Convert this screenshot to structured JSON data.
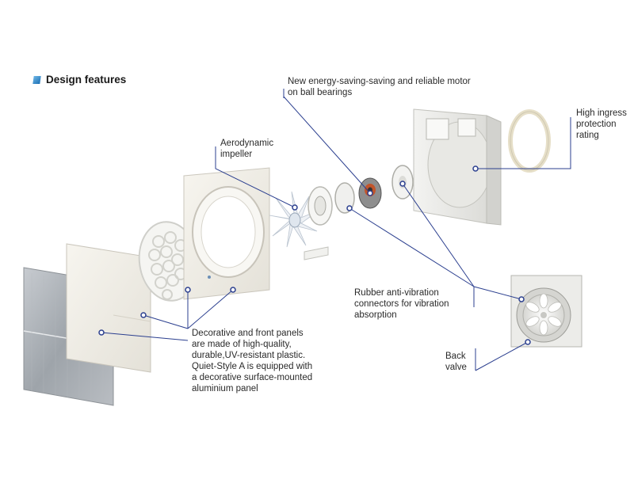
{
  "heading": "Design features",
  "colors": {
    "accent": "#1b6fb4",
    "leader_lines": "#2b3f8f",
    "panel_white": "#f2f0ea",
    "aluminium": "#a9aeb3"
  },
  "labels": {
    "motor": "New energy-saving-saving and reliable motor\non ball bearings",
    "ingress": "High ingress\nprotection\nrating",
    "impeller": "Aerodynamic\nimpeller",
    "rubber": "Rubber anti-vibration\nconnectors for vibration\nabsorption",
    "panels": "Decorative and front panels\nare made of high-quality,\ndurable,UV-resistant plastic.\nQuiet-Style A is equipped with\na decorative surface-mounted\naluminium panel",
    "back_valve": "Back\nvalve"
  }
}
